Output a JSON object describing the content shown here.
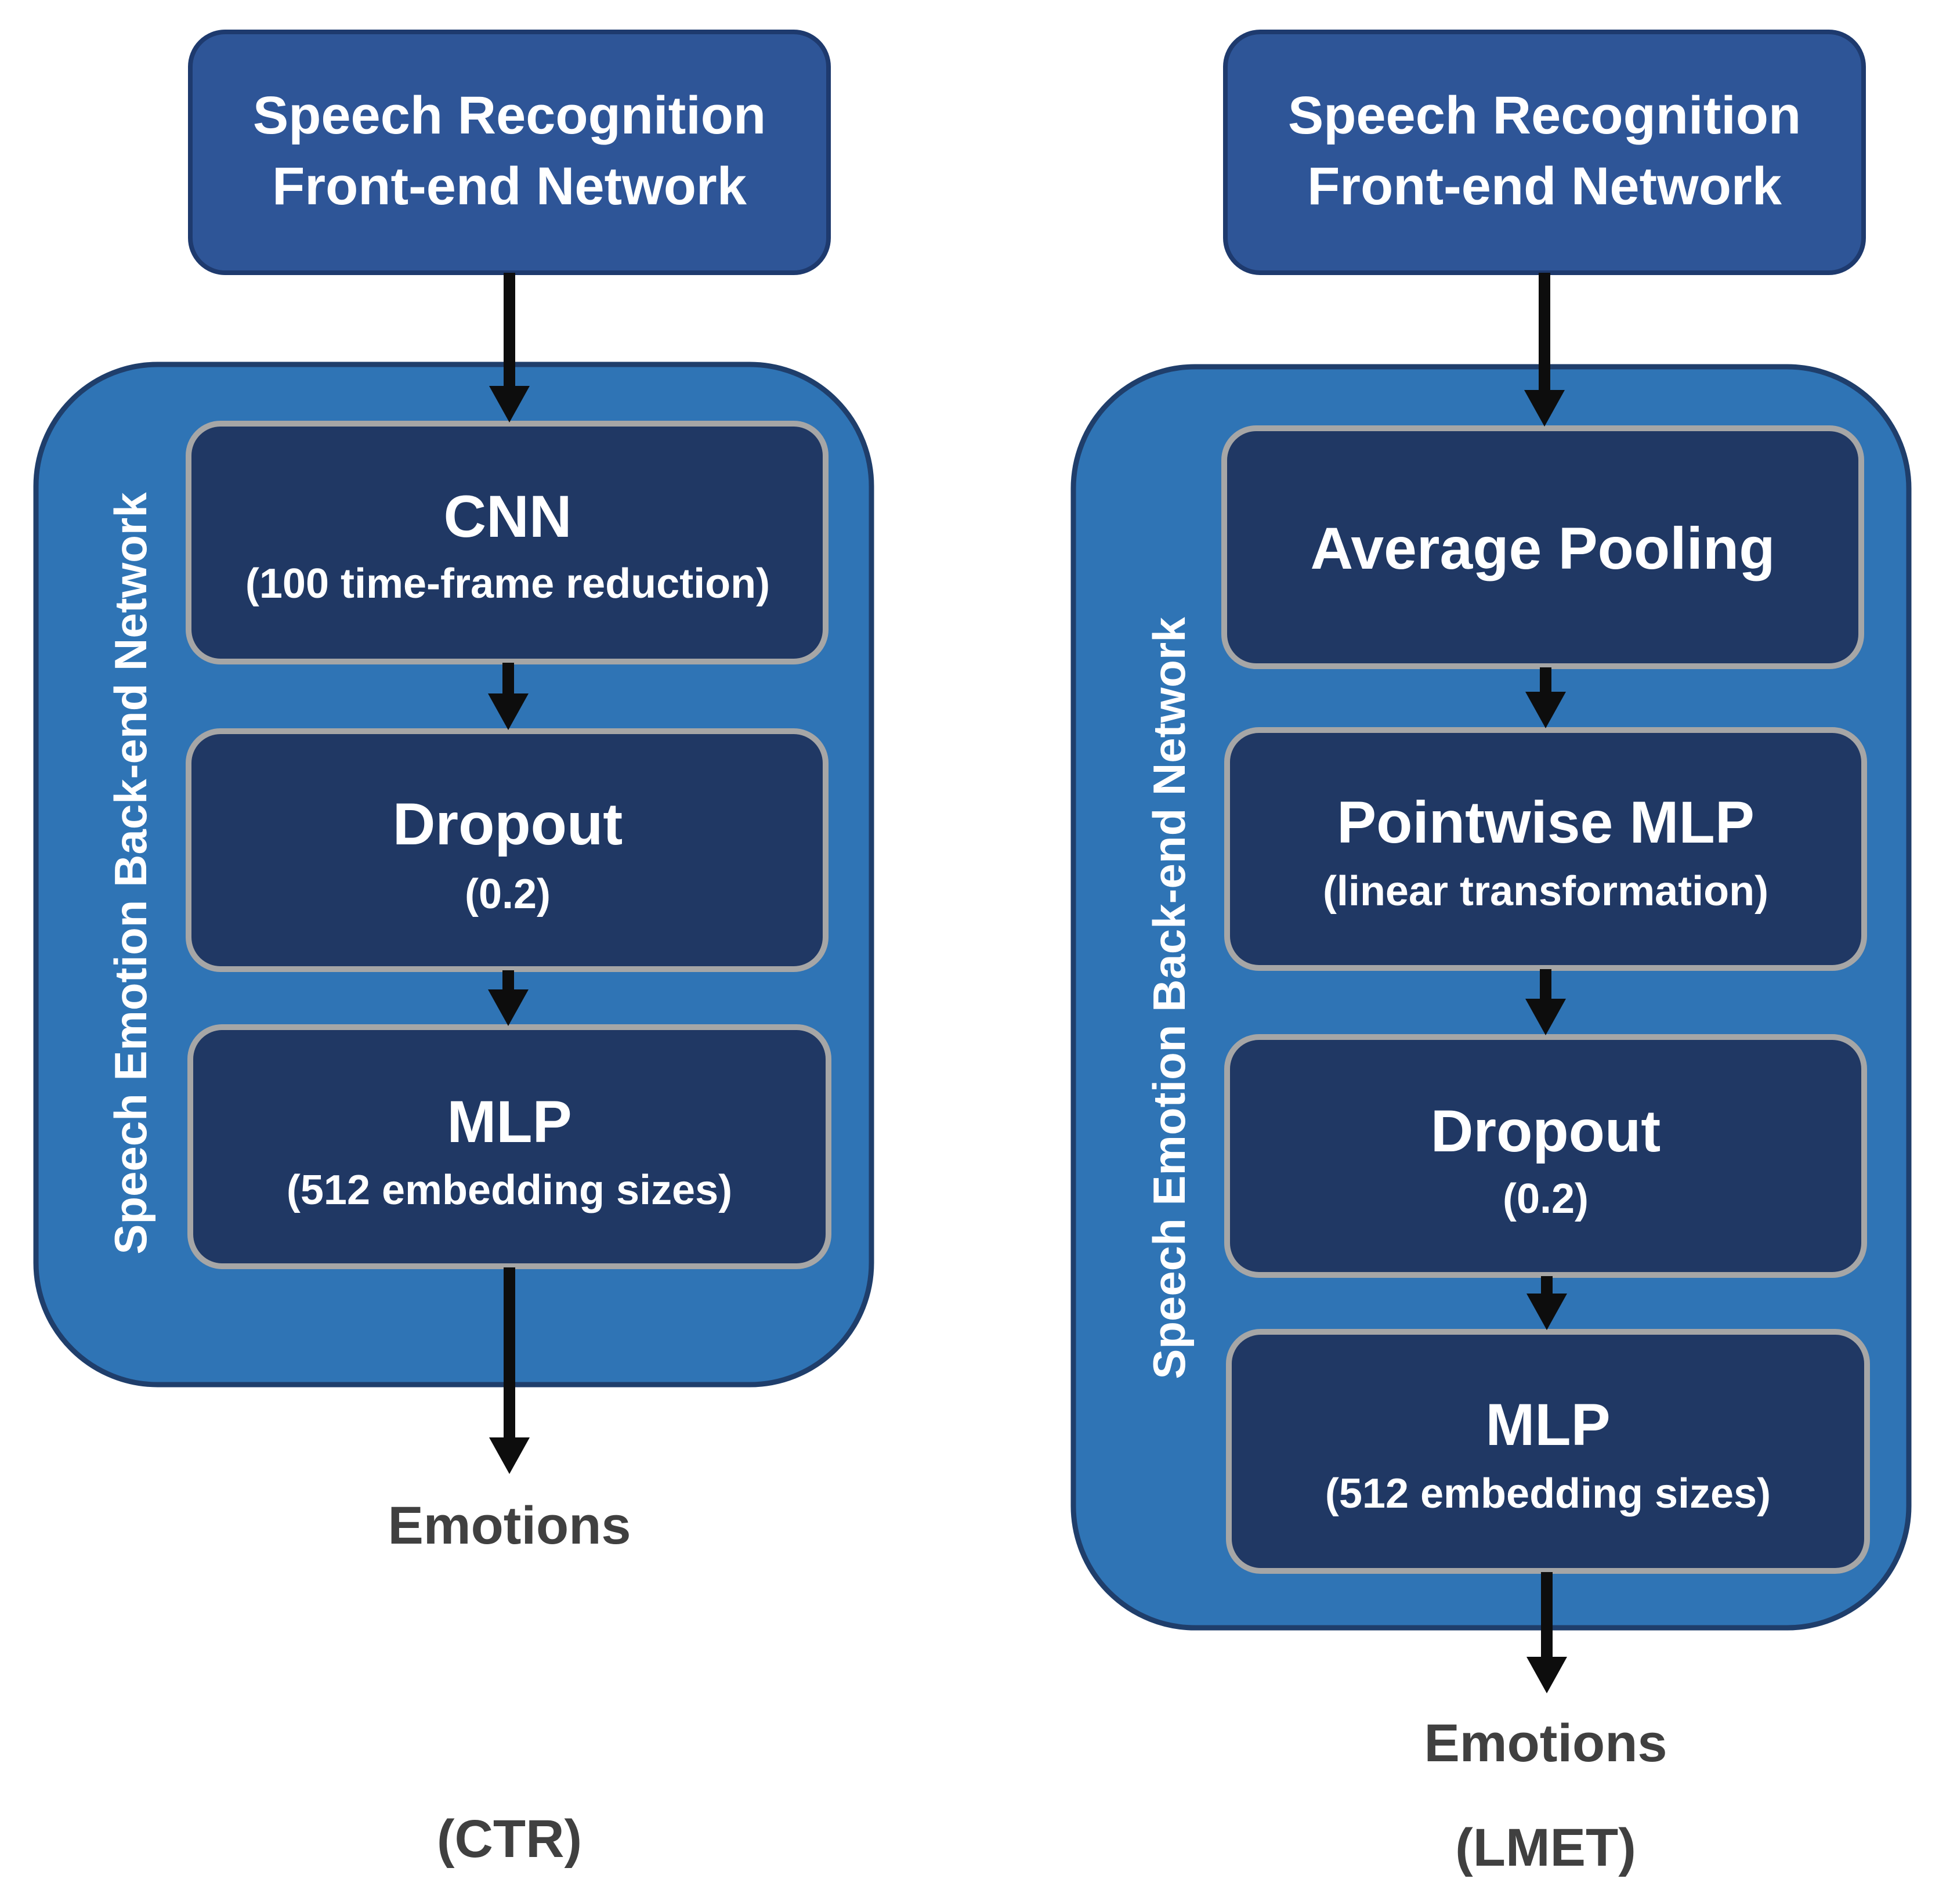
{
  "colors": {
    "frontend_fill": "#2e5597",
    "frontend_stroke": "#1e3a6e",
    "backend_fill": "#2f74b5",
    "backend_stroke": "#1f3e6b",
    "layer_fill": "#203864",
    "layer_stroke": "#a6a6a6",
    "arrow": "#0d0d0d",
    "label_text": "#404040"
  },
  "diagrams": [
    {
      "id": "ctr",
      "frontend": {
        "line1": "Speech Recognition",
        "line2": "Front-end Network"
      },
      "backend_label": "Speech Emotion Back-end Network",
      "layers": [
        {
          "title": "CNN",
          "subtitle": "(100 time-frame reduction)"
        },
        {
          "title": "Dropout",
          "subtitle": "(0.2)"
        },
        {
          "title": "MLP",
          "subtitle": "(512 embedding sizes)"
        }
      ],
      "output": "Emotions",
      "caption": "(CTR)"
    },
    {
      "id": "lmet",
      "frontend": {
        "line1": "Speech Recognition",
        "line2": "Front-end Network"
      },
      "backend_label": "Speech Emotion Back-end Network",
      "layers": [
        {
          "title": "Average Pooling",
          "subtitle": ""
        },
        {
          "title": "Pointwise MLP",
          "subtitle": "(linear transformation)"
        },
        {
          "title": "Dropout",
          "subtitle": "(0.2)"
        },
        {
          "title": "MLP",
          "subtitle": "(512 embedding sizes)"
        }
      ],
      "output": "Emotions",
      "caption": "(LMET)"
    }
  ]
}
